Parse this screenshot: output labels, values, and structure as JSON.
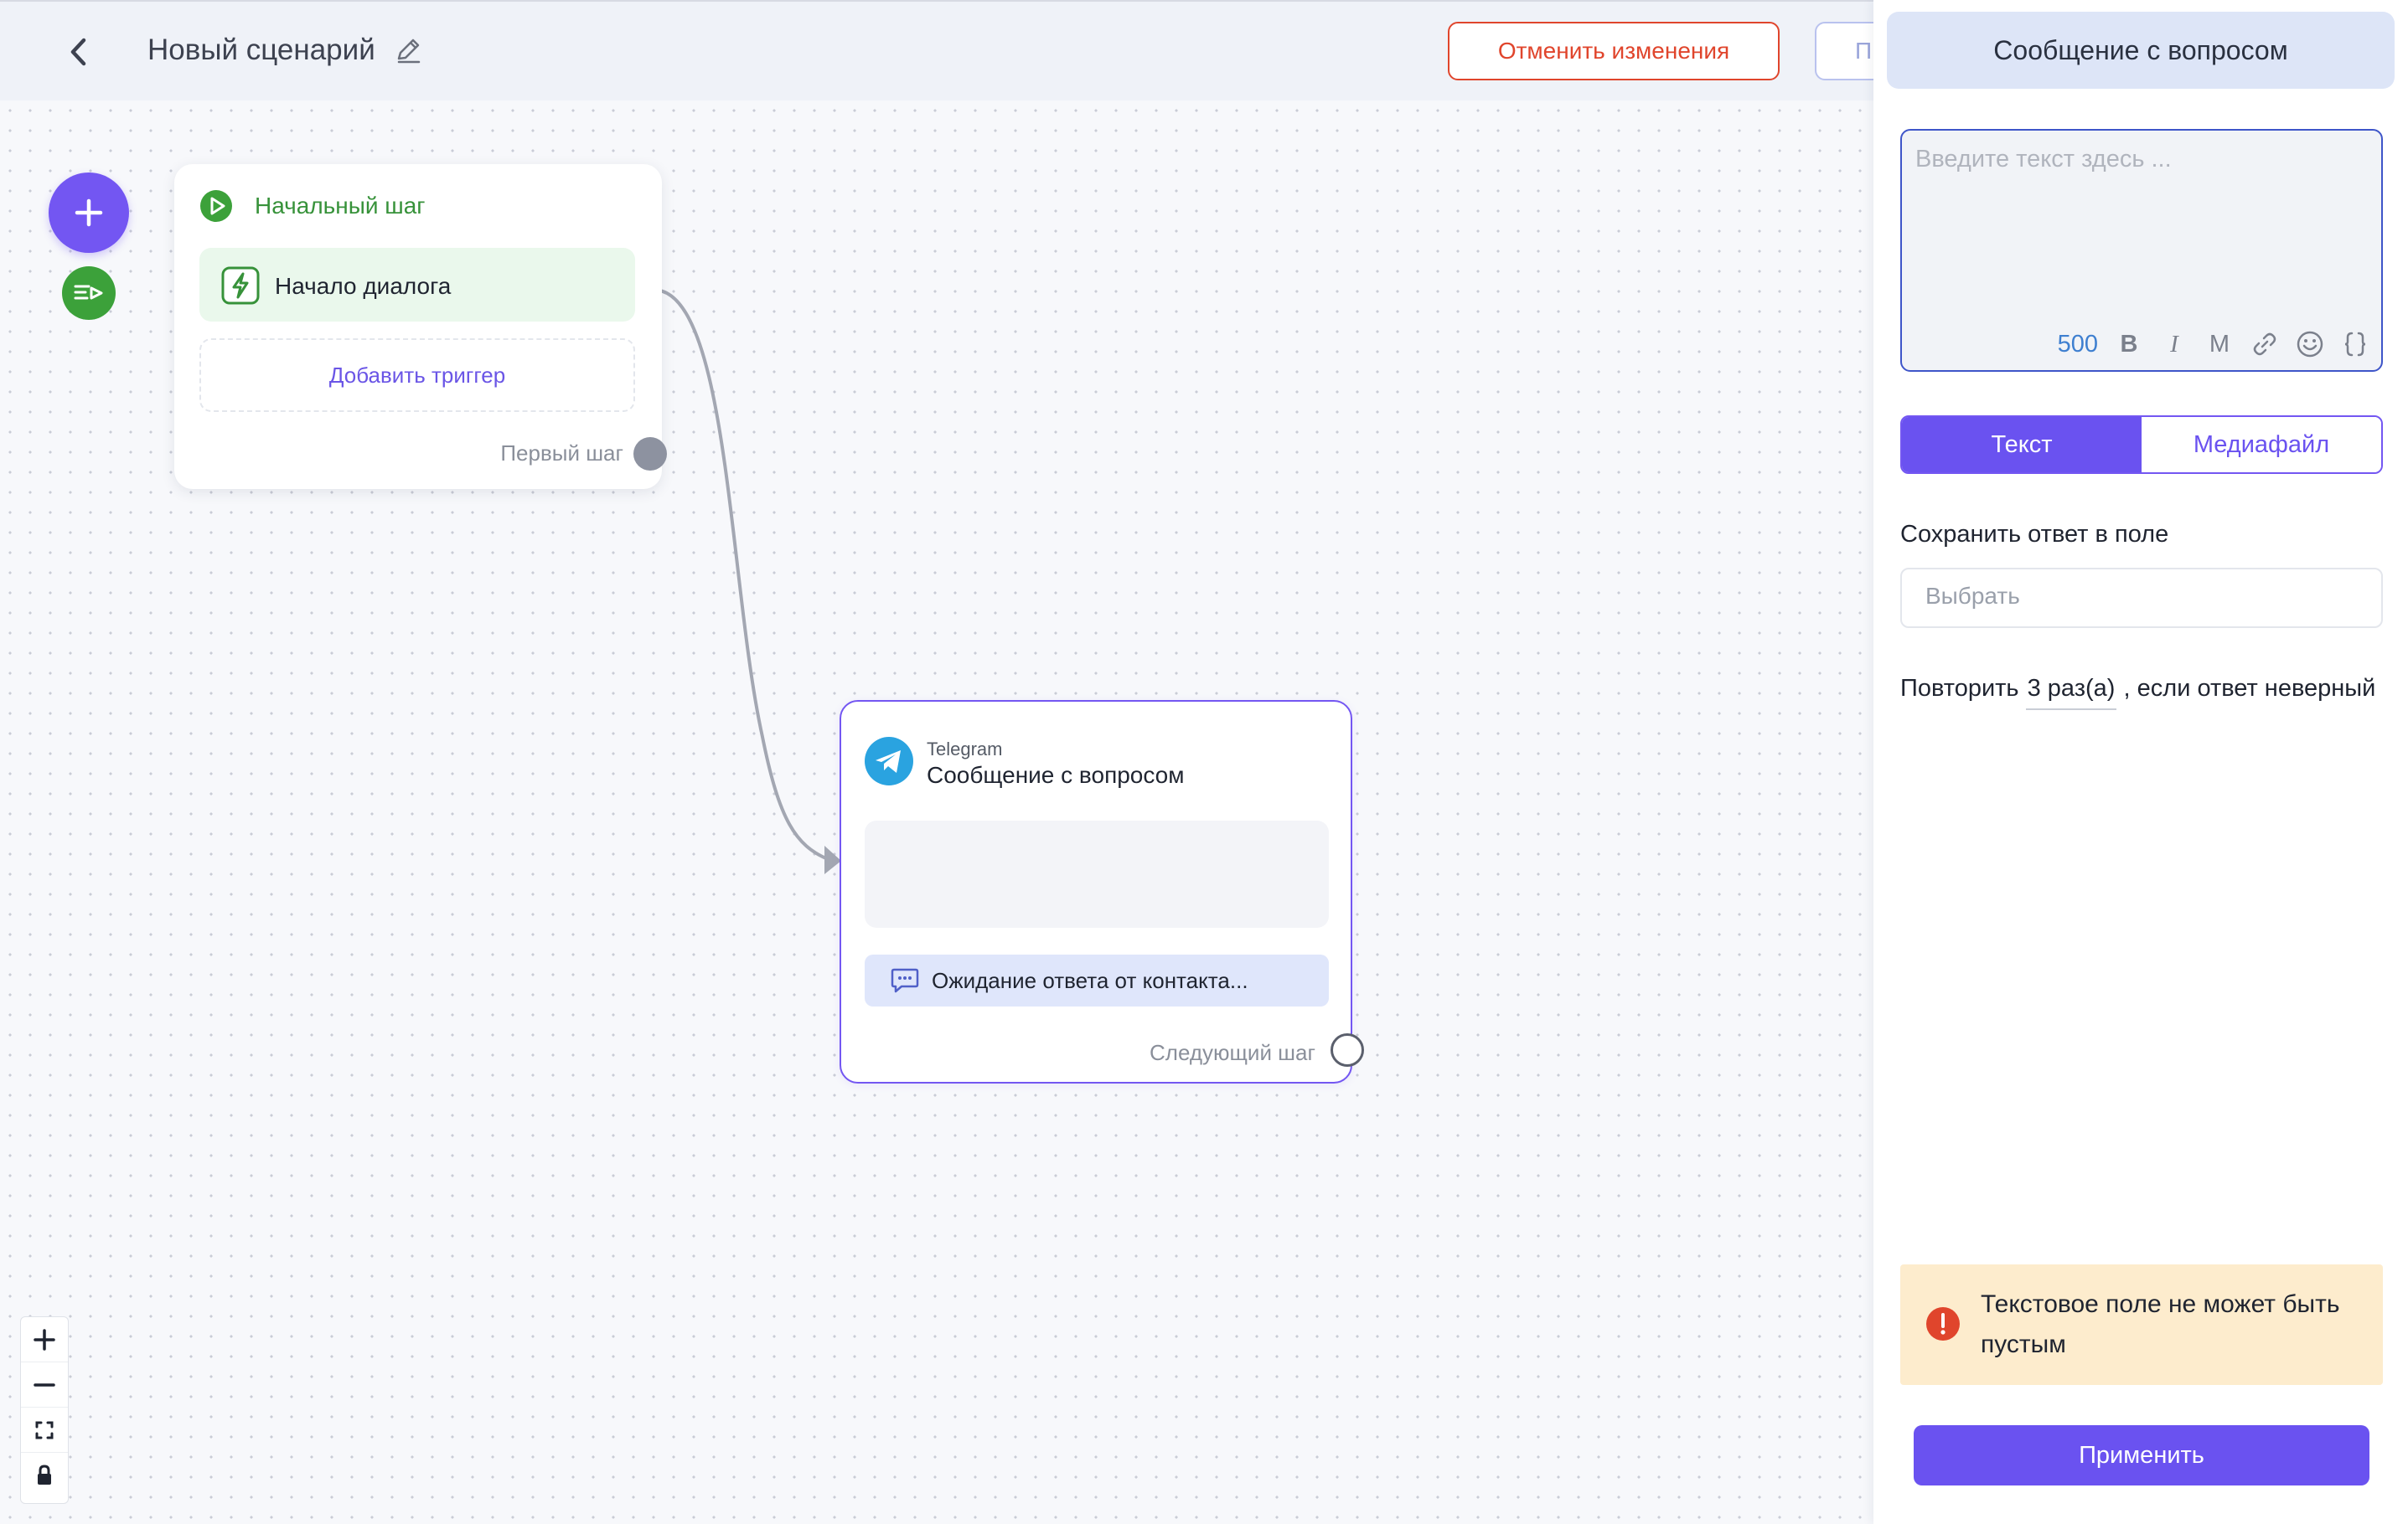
{
  "header": {
    "scenario_title": "Новый сценарий",
    "cancel_label": "Отменить изменения",
    "publish_label": "П"
  },
  "canvas": {
    "start_node": {
      "title": "Начальный шаг",
      "trigger_label": "Начало диалога",
      "add_trigger_label": "Добавить триггер",
      "output_label": "Первый шаг"
    },
    "message_node": {
      "channel": "Telegram",
      "title": "Сообщение с вопросом",
      "wait_label": "Ожидание ответа от контакта...",
      "output_label": "Следующий шаг"
    }
  },
  "panel": {
    "title": "Сообщение с вопросом",
    "editor": {
      "placeholder": "Введите текст здесь ...",
      "value": "",
      "char_count": "500",
      "bold": "B",
      "italic": "I",
      "mono": "M"
    },
    "tabs": [
      {
        "label": "Текст",
        "active": true
      },
      {
        "label": "Медиафайл",
        "active": false
      }
    ],
    "save_field": {
      "label": "Сохранить ответ в поле",
      "placeholder": "Выбрать"
    },
    "repeat": {
      "prefix": "Повторить",
      "count": "3 раз(а)",
      "suffix": ", если ответ неверный"
    },
    "alert": {
      "text": "Текстовое поле не может быть пустым"
    },
    "apply_label": "Применить"
  },
  "icons": {
    "back": "chevron-left-icon",
    "edit": "pencil-icon",
    "add": "plus-icon",
    "list": "list-play-icon",
    "start": "play-circle-icon",
    "trigger": "lightning-icon",
    "telegram": "telegram-icon",
    "wait": "chat-bubble-icon",
    "alert": "exclamation-icon"
  },
  "colors": {
    "accent": "#6a52f0",
    "danger": "#e0452c",
    "success": "#3ca13a",
    "telegram": "#2aa3e0",
    "alert_bg": "#fdeccd"
  }
}
